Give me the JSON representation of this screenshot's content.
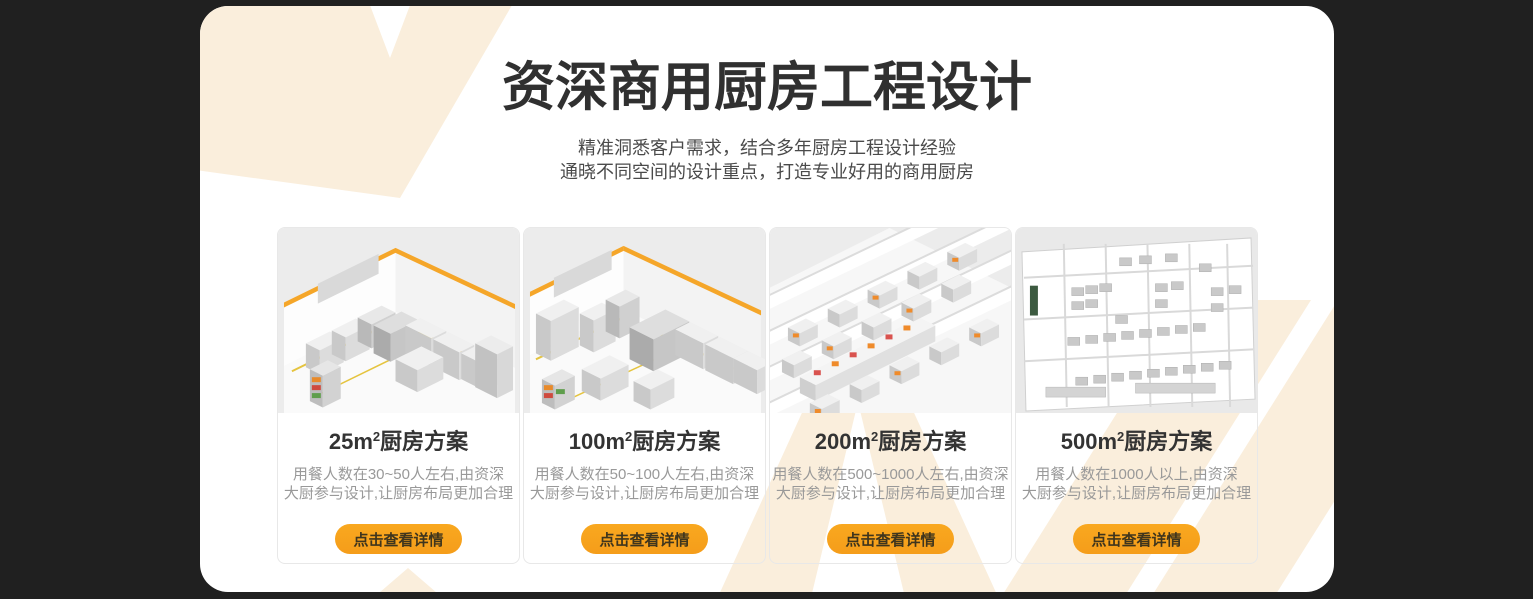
{
  "panel": {
    "title": "资深商用厨房工程设计",
    "subtitle_line1": "精准洞悉客户需求，结合多年厨房工程设计经验",
    "subtitle_line2": "通晓不同空间的设计重点，打造专业好用的商用厨房"
  },
  "colors": {
    "accent_orange": "#F5A629",
    "cream_decoration": "#FAEEDC",
    "dark_background": "#202020"
  },
  "cards": [
    {
      "size": "25m",
      "sup": "2",
      "name": "厨房方案",
      "desc_line1": "用餐人数在30~50人左右,由资深",
      "desc_line2": "大厨参与设计,让厨房布局更加合理",
      "button": "点击查看详情",
      "image_variant": "corner-small"
    },
    {
      "size": "100m",
      "sup": "2",
      "name": "厨房方案",
      "desc_line1": "用餐人数在50~100人左右,由资深",
      "desc_line2": "大厨参与设计,让厨房布局更加合理",
      "button": "点击查看详情",
      "image_variant": "corner-medium"
    },
    {
      "size": "200m",
      "sup": "2",
      "name": "厨房方案",
      "desc_line1": "用餐人数在500~1000人左右,由资深",
      "desc_line2": "大厨参与设计,让厨房布局更加合理",
      "button": "点击查看详情",
      "image_variant": "multi-room"
    },
    {
      "size": "500m",
      "sup": "2",
      "name": "厨房方案",
      "desc_line1": "用餐人数在1000人以上,由资深",
      "desc_line2": "大厨参与设计,让厨房布局更加合理",
      "button": "点击查看详情",
      "image_variant": "floor-plan"
    }
  ]
}
